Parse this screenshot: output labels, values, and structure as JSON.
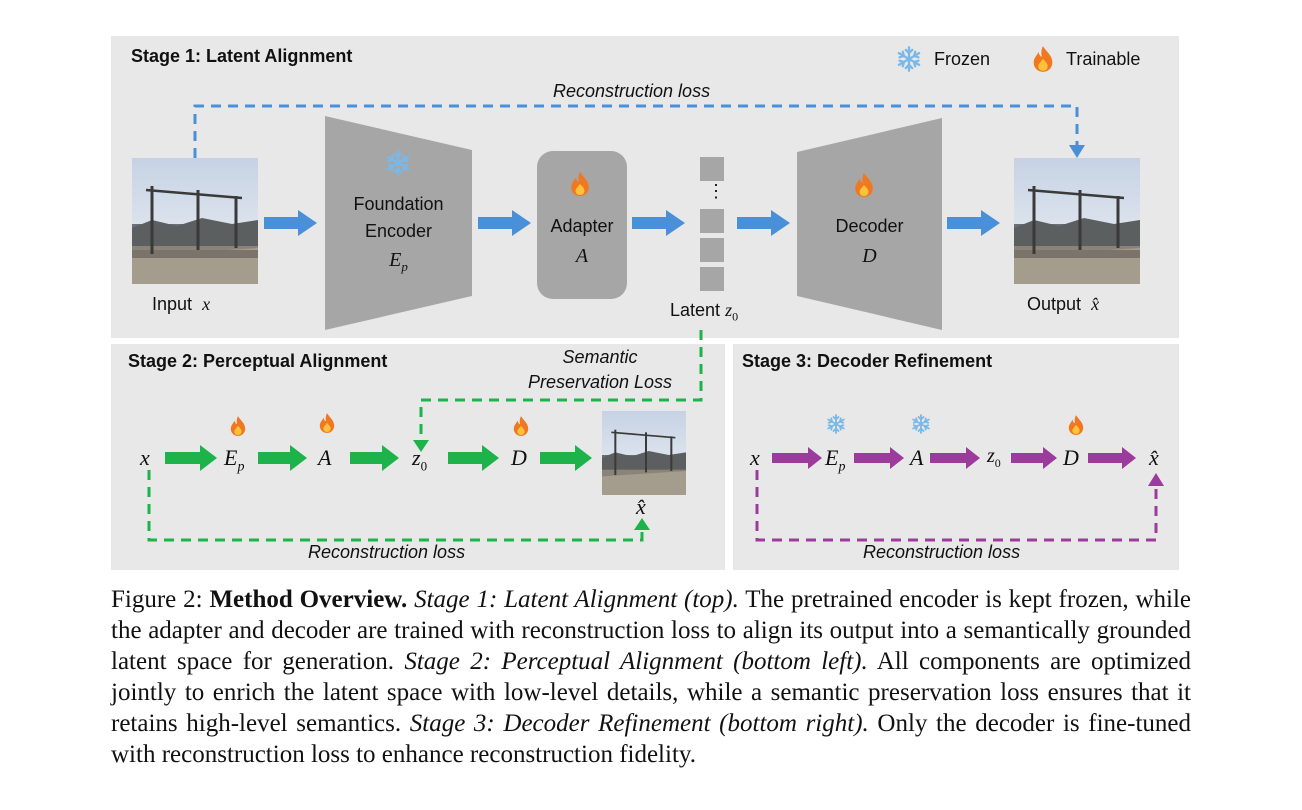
{
  "stage1": {
    "title": "Stage 1: Latent Alignment",
    "legend": {
      "frozen": "Frozen",
      "trainable": "Trainable"
    },
    "reconstruction_loss": "Reconstruction loss",
    "input_label": "Input",
    "input_var": "x",
    "encoder_line1": "Foundation",
    "encoder_line2": "Encoder",
    "encoder_var": "E",
    "encoder_sub": "p",
    "adapter_label": "Adapter",
    "adapter_var": "A",
    "latent_label": "Latent",
    "latent_var": "z",
    "latent_sub": "0",
    "latent_dots": "⋮",
    "decoder_label": "Decoder",
    "decoder_var": "D",
    "output_label": "Output",
    "output_var": "x̂"
  },
  "stage2": {
    "title": "Stage 2: Perceptual Alignment",
    "semantic_line1": "Semantic",
    "semantic_line2": "Preservation Loss",
    "x": "x",
    "ep": "E",
    "ep_sub": "p",
    "a": "A",
    "z": "z",
    "z_sub": "0",
    "d": "D",
    "xhat": "x̂",
    "reconstruction_loss": "Reconstruction loss"
  },
  "stage3": {
    "title": "Stage 3: Decoder Refinement",
    "x": "x",
    "ep": "E",
    "ep_sub": "p",
    "a": "A",
    "z": "z",
    "z_sub": "0",
    "d": "D",
    "xhat": "x̂",
    "reconstruction_loss": "Reconstruction loss"
  },
  "caption": {
    "figure_label": "Figure 2:",
    "bold_title": "Method Overview.",
    "s1_title": "Stage 1: Latent Alignment (top).",
    "s1_text": "The pretrained encoder is kept frozen, while the adapter and decoder are trained with reconstruction loss to align its output into a semantically grounded latent space for generation.",
    "s2_title": "Stage 2: Perceptual Alignment (bottom left).",
    "s2_text": "All components are optimized jointly to enrich the latent space with low-level details, while a semantic preservation loss ensures that it retains high-level semantics.",
    "s3_title": "Stage 3: Decoder Refinement (bottom right).",
    "s3_text": "Only the decoder is fine-tuned with reconstruction loss to enhance reconstruction fidelity."
  },
  "colors": {
    "panel_bg": "#e8e8e8",
    "block_gray": "#a6a6a6",
    "blue": "#4a90d9",
    "green": "#1db34a",
    "purple": "#9b3b9b",
    "flame": "#f07820",
    "snow": "#7ab8e8"
  },
  "icons": [
    "snowflake-icon",
    "flame-icon"
  ]
}
